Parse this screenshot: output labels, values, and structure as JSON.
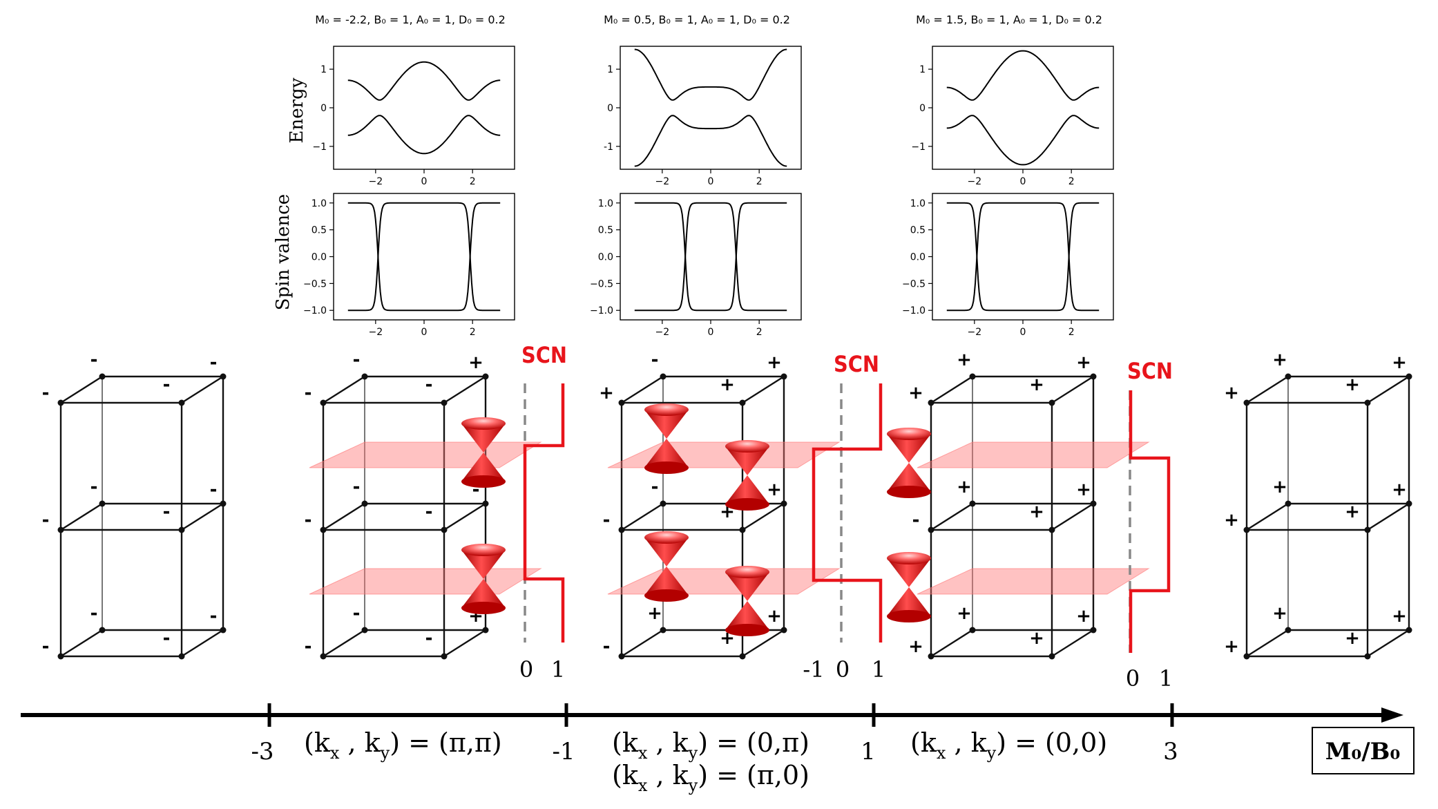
{
  "panels": [
    {
      "title": "M₀ = -2.2, B₀ = 1, A₀ = 1, D₀ = 0.2",
      "energy_yticks": [
        "1",
        "0",
        "−1"
      ],
      "spin_yticks": [
        "1.0",
        "0.5",
        "0.0",
        "−0.5",
        "−1.0"
      ],
      "xticks": [
        "−2",
        "0",
        "2"
      ]
    },
    {
      "title": "M₀ = 0.5, B₀ = 1, A₀ = 1, D₀ = 0.2",
      "energy_yticks": [
        "1",
        "0",
        "-1"
      ],
      "spin_yticks": [
        "1.0",
        "0.5",
        "0.0",
        "−0.5",
        "−1.0"
      ],
      "xticks": [
        "−2",
        "0",
        "2"
      ]
    },
    {
      "title": "M₀ = 1.5, B₀ = 1, A₀ = 1, D₀ = 0.2",
      "energy_yticks": [
        "1",
        "0",
        "−1"
      ],
      "spin_yticks": [
        "1.0",
        "0.5",
        "0.0",
        "−0.5",
        "−1.0"
      ],
      "xticks": [
        "−2",
        "0",
        "2"
      ]
    }
  ],
  "ylabels": {
    "energy": "Energy",
    "spin": "Spin valence"
  },
  "scn": [
    {
      "label": "SCN",
      "ticks": [
        "0",
        "1"
      ]
    },
    {
      "label": "SCN",
      "ticks": [
        "-1",
        "0",
        "1"
      ]
    },
    {
      "label": "SCN",
      "ticks": [
        "0",
        "1"
      ]
    }
  ],
  "cube_signs": [
    [
      "-",
      "-",
      "-",
      "-",
      "-",
      "-",
      "-",
      "-",
      "-",
      "-",
      "-",
      "-"
    ],
    [
      "-",
      "-",
      "+",
      "-",
      "-",
      "-",
      "-",
      "-",
      "-",
      "-",
      "+",
      "-"
    ],
    [
      "+",
      "-",
      "+",
      "+",
      "-",
      "-",
      "+",
      "+",
      "-",
      "+",
      "+",
      "+"
    ],
    [
      "+",
      "+",
      "+",
      "+",
      "-",
      "+",
      "+",
      "+",
      "+",
      "+",
      "+",
      "+"
    ],
    [
      "+",
      "+",
      "+",
      "+",
      "+",
      "+",
      "+",
      "+",
      "+",
      "+",
      "+",
      "+"
    ]
  ],
  "axis": {
    "ticks": [
      "-3",
      "-1",
      "1",
      "3"
    ],
    "label": "M₀/B₀",
    "regions": [
      [
        "(k",
        "x",
        " , k",
        "y",
        ") = (π,π)"
      ],
      [
        "(k",
        "x",
        " , k",
        "y",
        ") = (0,π)"
      ],
      [
        "(k",
        "x",
        " , k",
        "y",
        ") = (π,0)"
      ],
      [
        "(k",
        "x",
        " , k",
        "y",
        ") = (0,0)"
      ]
    ]
  },
  "colors": {
    "scn": "#e8141b",
    "plane": "#ff8080",
    "cone": "#d81e1e"
  }
}
